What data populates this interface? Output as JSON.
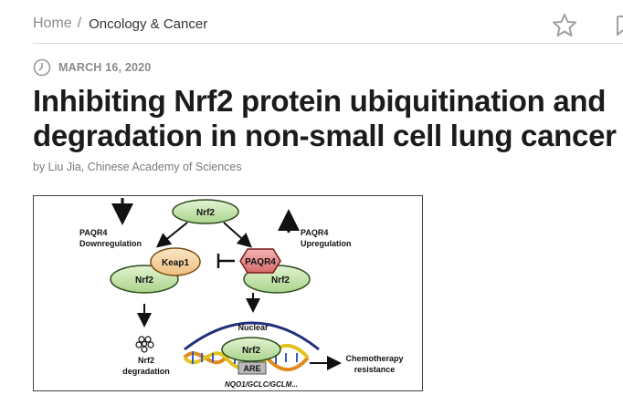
{
  "breadcrumb": {
    "home": "Home",
    "separator": "/",
    "current": "Oncology & Cancer"
  },
  "icons": {
    "favorite": "star-icon",
    "bookmark": "bookmark-icon",
    "date": "clock-icon"
  },
  "article": {
    "date": "MARCH 16, 2020",
    "title": "Inhibiting Nrf2 protein ubiquitination and degradation in non-small cell lung cancer",
    "byline": "by Liu Jia, Chinese Academy of Sciences"
  },
  "figure": {
    "nrf2_top": "Nrf2",
    "down_label_1": "PAQR4",
    "down_label_2": "Downregulation",
    "up_label_1": "PAQR4",
    "up_label_2": "Upregulation",
    "keap1": "Keap1",
    "nrf2_left": "Nrf2",
    "paqr4": "PAQR4",
    "nrf2_right": "Nrf2",
    "degradation_1": "Nrf2",
    "degradation_2": "degradation",
    "nuclear": "Nuclear",
    "nrf2_nuclear": "Nrf2",
    "are": "ARE",
    "outcome_1": "Chemotherapy",
    "outcome_2": "resistance",
    "genes": "NQO1/GCLC/GCLM..."
  },
  "colors": {
    "ellipse_fill": "#cfe8b9",
    "keap1_fill": "#f5d3a0",
    "paqr4_fill": "#e58a8a"
  }
}
